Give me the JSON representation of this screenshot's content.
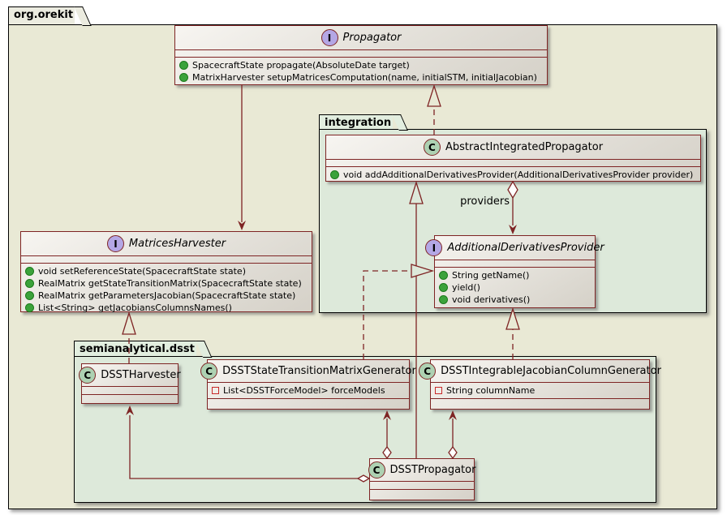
{
  "packages": {
    "root": {
      "label": "org.orekit"
    },
    "integration": {
      "label": "integration"
    },
    "dsst": {
      "label": "semianalytical.dsst"
    }
  },
  "classes": {
    "propagator": {
      "kind": "interface",
      "spot": "I",
      "name": "Propagator",
      "methods": [
        {
          "visibility": "public",
          "text": "SpacecraftState propagate(AbsoluteDate target)"
        },
        {
          "visibility": "public",
          "text": "MatrixHarvester setupMatricesComputation(name, initialSTM, initialJacobian)"
        }
      ]
    },
    "aip": {
      "kind": "class",
      "spot": "C",
      "name": "AbstractIntegratedPropagator",
      "methods": [
        {
          "visibility": "public",
          "text": "void addAdditionalDerivativesProvider(AdditionalDerivativesProvider provider)"
        }
      ]
    },
    "mh": {
      "kind": "interface",
      "spot": "I",
      "name": "MatricesHarvester",
      "methods": [
        {
          "visibility": "public",
          "text": "void setReferenceState(SpacecraftState state)"
        },
        {
          "visibility": "public",
          "text": "RealMatrix getStateTransitionMatrix(SpacecraftState state)"
        },
        {
          "visibility": "public",
          "text": "RealMatrix getParametersJacobian(SpacecraftState state)"
        },
        {
          "visibility": "public",
          "text": "List<String> getJacobiansColumnsNames()"
        }
      ]
    },
    "adp": {
      "kind": "interface",
      "spot": "I",
      "name": "AdditionalDerivativesProvider",
      "methods": [
        {
          "visibility": "public",
          "text": "String getName()"
        },
        {
          "visibility": "public",
          "text": "yield()"
        },
        {
          "visibility": "public",
          "text": "void derivatives()"
        }
      ]
    },
    "dh": {
      "kind": "class",
      "spot": "C",
      "name": "DSSTHarvester"
    },
    "stmg": {
      "kind": "class",
      "spot": "C",
      "name": "DSSTStateTransitionMatrixGenerator",
      "fields": [
        {
          "visibility": "private",
          "text": "List<DSSTForceModel> forceModels"
        }
      ]
    },
    "ijcg": {
      "kind": "class",
      "spot": "C",
      "name": "DSSTIntegrableJacobianColumnGenerator",
      "fields": [
        {
          "visibility": "private",
          "text": "String columnName"
        }
      ]
    },
    "dp": {
      "kind": "class",
      "spot": "C",
      "name": "DSSTPropagator"
    }
  },
  "relationships": {
    "providers_label": "providers",
    "edges": [
      {
        "from": "Propagator",
        "to": "MatricesHarvester",
        "type": "directed-association"
      },
      {
        "from": "AbstractIntegratedPropagator",
        "to": "Propagator",
        "type": "realization"
      },
      {
        "from": "AbstractIntegratedPropagator",
        "to": "AdditionalDerivativesProvider",
        "type": "aggregation",
        "label": "providers"
      },
      {
        "from": "DSSTPropagator",
        "to": "AbstractIntegratedPropagator",
        "type": "generalization"
      },
      {
        "from": "DSSTHarvester",
        "to": "MatricesHarvester",
        "type": "realization"
      },
      {
        "from": "DSSTStateTransitionMatrixGenerator",
        "to": "AdditionalDerivativesProvider",
        "type": "realization"
      },
      {
        "from": "DSSTIntegrableJacobianColumnGenerator",
        "to": "AdditionalDerivativesProvider",
        "type": "realization"
      },
      {
        "from": "DSSTPropagator",
        "to": "DSSTStateTransitionMatrixGenerator",
        "type": "aggregation"
      },
      {
        "from": "DSSTPropagator",
        "to": "DSSTIntegrableJacobianColumnGenerator",
        "type": "aggregation"
      },
      {
        "from": "DSSTPropagator",
        "to": "DSSTHarvester",
        "type": "aggregation"
      }
    ]
  },
  "colors": {
    "line_maroon": "#7e2424",
    "package_beige": "#e9e9d5",
    "package_green": "#dde9da",
    "interface_icon_bg": "#b4a7e5",
    "class_icon_bg": "#add1b2",
    "public_method_dot": "#3ba23b",
    "private_field_square": "#c82929"
  }
}
